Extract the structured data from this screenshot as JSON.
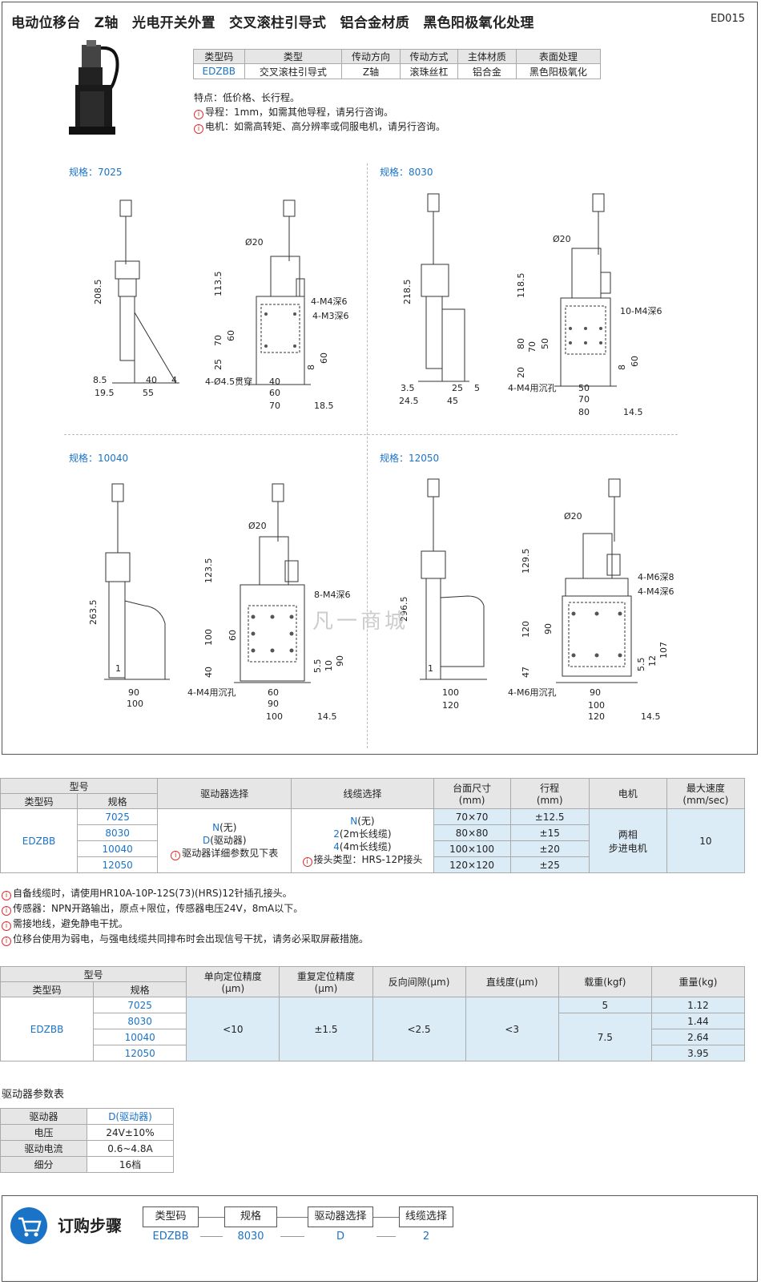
{
  "header": {
    "title": "电动位移台　Z轴　光电开关外置　交叉滚柱引导式　铝合金材质　黑色阳极氧化处理",
    "code": "ED015"
  },
  "top_table": {
    "headers": [
      "类型码",
      "类型",
      "传动方向",
      "传动方式",
      "主体材质",
      "表面处理"
    ],
    "values": [
      "EDZBB",
      "交叉滚柱引导式",
      "Z轴",
      "滚珠丝杠",
      "铝合金",
      "黑色阳极氧化"
    ]
  },
  "features": {
    "line1": "特点：低价格、长行程。",
    "line2": "导程：1mm，如需其他导程，请另行咨询。",
    "line3": "电机：如需高转矩、高分辨率或伺服电机，请另行咨询。"
  },
  "specs": {
    "s1": "规格：7025",
    "s2": "规格：8030",
    "s3": "规格：10040",
    "s4": "规格：12050"
  },
  "dims": {
    "d7025": {
      "h1": "208.5",
      "b1": "8.5",
      "b2": "40",
      "b3": "4",
      "b4": "19.5",
      "b5": "55",
      "phi": "Ø20",
      "t1": "113.5",
      "t2": "4-M4深6",
      "t3": "4-M3深6",
      "t4": "70",
      "t5": "60",
      "t6": "25",
      "t7": "8",
      "t8": "60",
      "t9": "4-Ø4.5贯穿",
      "t10": "40",
      "t11": "60",
      "t12": "70",
      "t13": "18.5"
    },
    "d8030": {
      "h1": "218.5",
      "b1": "3.5",
      "b2": "25",
      "b3": "5",
      "b4": "24.5",
      "b5": "45",
      "phi": "Ø20",
      "t1": "118.5",
      "t2": "10-M4深6",
      "t3": "80",
      "t4": "70",
      "t5": "50",
      "t6": "20",
      "t7": "8",
      "t8": "60",
      "t9": "4-M4用沉孔",
      "t10": "50",
      "t11": "70",
      "t12": "80",
      "t13": "14.5"
    },
    "d10040": {
      "h1": "263.5",
      "b1": "1",
      "b2": "90",
      "b3": "100",
      "phi": "Ø20",
      "t1": "123.5",
      "t2": "8-M4深6",
      "t3": "100",
      "t4": "60",
      "t5": "40",
      "t6": "5.5",
      "t7": "10",
      "t8": "90",
      "t9": "4-M4用沉孔",
      "t10": "60",
      "t11": "90",
      "t12": "100",
      "t13": "14.5"
    },
    "d12050": {
      "h1": "296.5",
      "b1": "1",
      "b2": "100",
      "b3": "120",
      "phi": "Ø20",
      "t1": "129.5",
      "t2": "4-M6深8",
      "t3": "4-M4深6",
      "t4": "120",
      "t5": "90",
      "t6": "47",
      "t7": "5.5",
      "t8": "12",
      "t9": "107",
      "t10": "4-M6用沉孔",
      "t11": "90",
      "t12": "100",
      "t13": "120",
      "t14": "14.5"
    }
  },
  "watermark": "凡一商城",
  "table1": {
    "h_model": "型号",
    "h_type": "类型码",
    "h_spec": "规格",
    "h_driver": "驱动器选择",
    "h_cable": "线缆选择",
    "h_size": "台面尺寸\n(mm)",
    "h_stroke": "行程\n(mm)",
    "h_motor": "电机",
    "h_speed": "最大速度\n(mm/sec)",
    "type": "EDZBB",
    "rows": [
      {
        "spec": "7025",
        "size": "70×70",
        "stroke": "±12.5"
      },
      {
        "spec": "8030",
        "size": "80×80",
        "stroke": "±15"
      },
      {
        "spec": "10040",
        "size": "100×100",
        "stroke": "±20"
      },
      {
        "spec": "12050",
        "size": "120×120",
        "stroke": "±25"
      }
    ],
    "driver_n_code": "N",
    "driver_n": "(无)",
    "driver_d_code": "D",
    "driver_d": "(驱动器)",
    "driver_note": "驱动器详细参数见下表",
    "cable_n_code": "N",
    "cable_n": "(无)",
    "cable_2_code": "2",
    "cable_2": "(2m长线缆)",
    "cable_4_code": "4",
    "cable_4": "(4m长线缆)",
    "cable_note": "接头类型：HRS-12P接头",
    "motor": "两相\n步进电机",
    "speed": "10"
  },
  "notes": [
    "自备线缆时，请使用HR10A-10P-12S(73)(HRS)12针插孔接头。",
    "传感器：NPN开路输出，原点+限位，传感器电压24V，8mA以下。",
    "需接地线，避免静电干扰。",
    "位移台使用为弱电，与强电线缆共同排布时会出现信号干扰，请务必采取屏蔽措施。"
  ],
  "table2": {
    "h_model": "型号",
    "h_type": "类型码",
    "h_spec": "规格",
    "h_c1": "单向定位精度\n(μm)",
    "h_c2": "重复定位精度\n(μm)",
    "h_c3": "反向间隙(μm)",
    "h_c4": "直线度(μm)",
    "h_c5": "载重(kgf)",
    "h_c6": "重量(kg)",
    "type": "EDZBB",
    "specs": [
      "7025",
      "8030",
      "10040",
      "12050"
    ],
    "c1": "<10",
    "c2": "±1.5",
    "c3": "<2.5",
    "c4": "<3",
    "load1": "5",
    "load2": "7.5",
    "weights": [
      "1.12",
      "1.44",
      "2.64",
      "3.95"
    ]
  },
  "driver_params": {
    "title": "驱动器参数表",
    "rows": [
      {
        "k": "驱动器",
        "v": "D(驱动器)"
      },
      {
        "k": "电压",
        "v": "24V±10%"
      },
      {
        "k": "驱动电流",
        "v": "0.6~4.8A"
      },
      {
        "k": "细分",
        "v": "16档"
      }
    ]
  },
  "order": {
    "title": "订购步骤",
    "steps": [
      "类型码",
      "规格",
      "驱动器选择",
      "线缆选择"
    ],
    "values": [
      "EDZBB",
      "8030",
      "D",
      "2"
    ]
  },
  "colors": {
    "accent": "#1a73c6",
    "light_blue": "#dcecf7",
    "header_gray": "#e6e6e6"
  }
}
